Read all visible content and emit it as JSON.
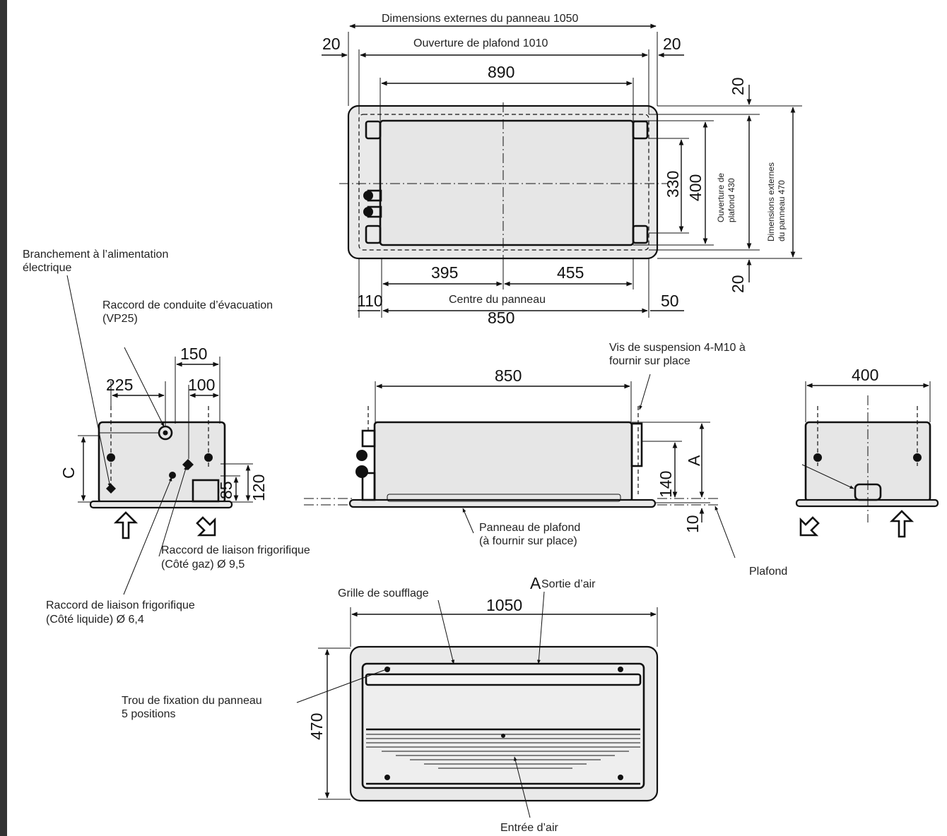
{
  "top_view": {
    "panel_outer_label": "Dimensions externes du panneau 1050",
    "ceiling_opening_label": "Ouverture de plafond 1010",
    "margin_left": "20",
    "margin_right": "20",
    "width_890": "890",
    "depth_330": "330",
    "depth_400": "400",
    "side_opening_label_1": "Ouverture de",
    "side_opening_label_2": "plafond 430",
    "side_outer_label_1": "Dimensions externes",
    "side_outer_label_2": "du panneau 470",
    "margin_top": "20",
    "margin_bottom": "20",
    "left_395": "395",
    "right_455": "455",
    "center_label": "Centre du panneau",
    "offset_110": "110",
    "offset_50": "50",
    "total_850": "850"
  },
  "left_view": {
    "power_label_1": "Branchement à l’alimentation",
    "power_label_2": "électrique",
    "drain_label_1": "Raccord de conduite d’évacuation",
    "drain_label_2": "(VP25)",
    "dim_150": "150",
    "dim_225": "225",
    "dim_100": "100",
    "dim_c": "C",
    "dim_85": "85",
    "dim_120": "120",
    "gas_label_1": "Raccord de liaison frigorifique",
    "gas_label_2": "(Côté gaz) Ø  9,5",
    "liquid_label_1": "Raccord de liaison frigorifique",
    "liquid_label_2": "(Côté liquide) Ø  6,4"
  },
  "front_view": {
    "dim_850": "850",
    "hanger_label_1": "Vis de suspension 4-M10 à",
    "hanger_label_2": "fournir sur place",
    "dim_a": "A",
    "dim_140": "140",
    "dim_10": "10",
    "panel_label_1": "Panneau de plafond",
    "panel_label_2": "(à fournir sur place)",
    "ceiling_label": "Plafond"
  },
  "right_view": {
    "dim_400": "400"
  },
  "panel_view": {
    "dim_a": "A",
    "dim_1050": "1050",
    "dim_470": "470",
    "grille_label": "Grille de soufflage",
    "outlet_label": "Sortie d’air",
    "fixing_label_1": "Trou de fixation du panneau",
    "fixing_label_2": "5 positions",
    "inlet_label": "Entrée d’air"
  }
}
